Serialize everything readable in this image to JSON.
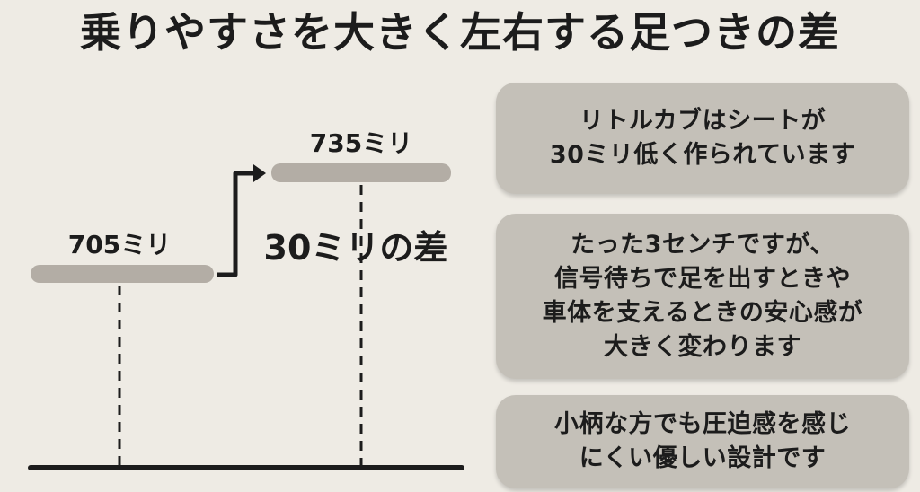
{
  "title": "乗りやすさを大きく左右する足つきの差",
  "diagram": {
    "low_seat_label": "705ミリ",
    "high_seat_label": "735ミリ",
    "difference_label": "30ミリの差"
  },
  "cards": [
    {
      "lines": [
        "リトルカブはシートが",
        "30ミリ低く作られています"
      ]
    },
    {
      "lines": [
        "たった3センチですが、",
        "信号待ちで足を出すときや",
        "車体を支えるときの安心感が",
        "大きく変わります"
      ]
    },
    {
      "lines": [
        "小柄な方でも圧迫感を感じ",
        "にくい優しい設計です"
      ]
    }
  ],
  "colors": {
    "background": "#eeebe4",
    "card_fill": "#c4c0b8",
    "seat_bar": "#b3ada5",
    "ink": "#1c1c1c"
  }
}
